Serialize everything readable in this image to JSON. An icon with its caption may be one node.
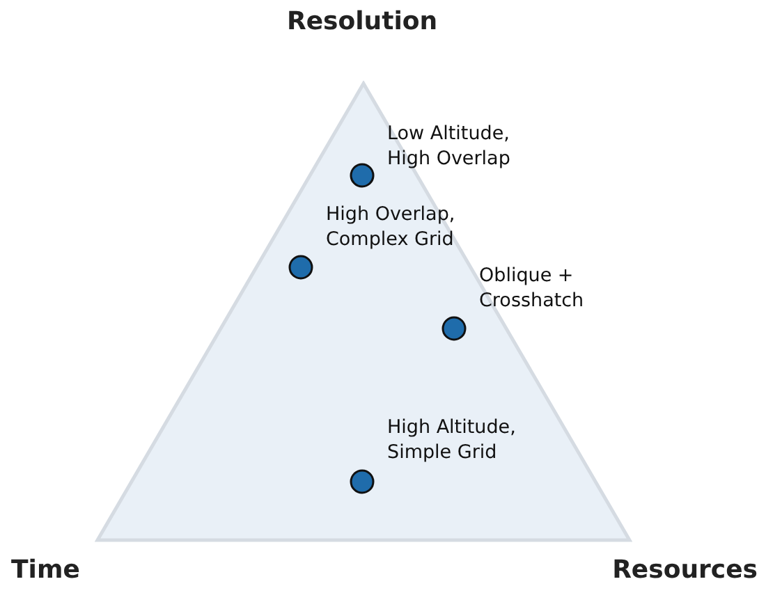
{
  "diagram": {
    "nodes": [
      {
        "text": [],
        "shape": "triangle"
      },
      {
        "text": [],
        "shape": "circle",
        "in": 0,
        "beside": [
          "Low Altitude, High Overlap"
        ]
      },
      {
        "text": [],
        "shape": "circle",
        "in": 0,
        "beside": [
          "High Overlap, Complex Grid"
        ]
      },
      {
        "text": [],
        "shape": "circle",
        "in": 0,
        "beside": [
          "Oblique + Crosshatch"
        ]
      },
      {
        "text": [],
        "shape": "circle",
        "in": 0,
        "beside": [
          "High Altitude, Simple Grid"
        ]
      }
    ],
    "edges": [],
    "labels": [
      "Resolution",
      "Time",
      "Resources"
    ]
  }
}
